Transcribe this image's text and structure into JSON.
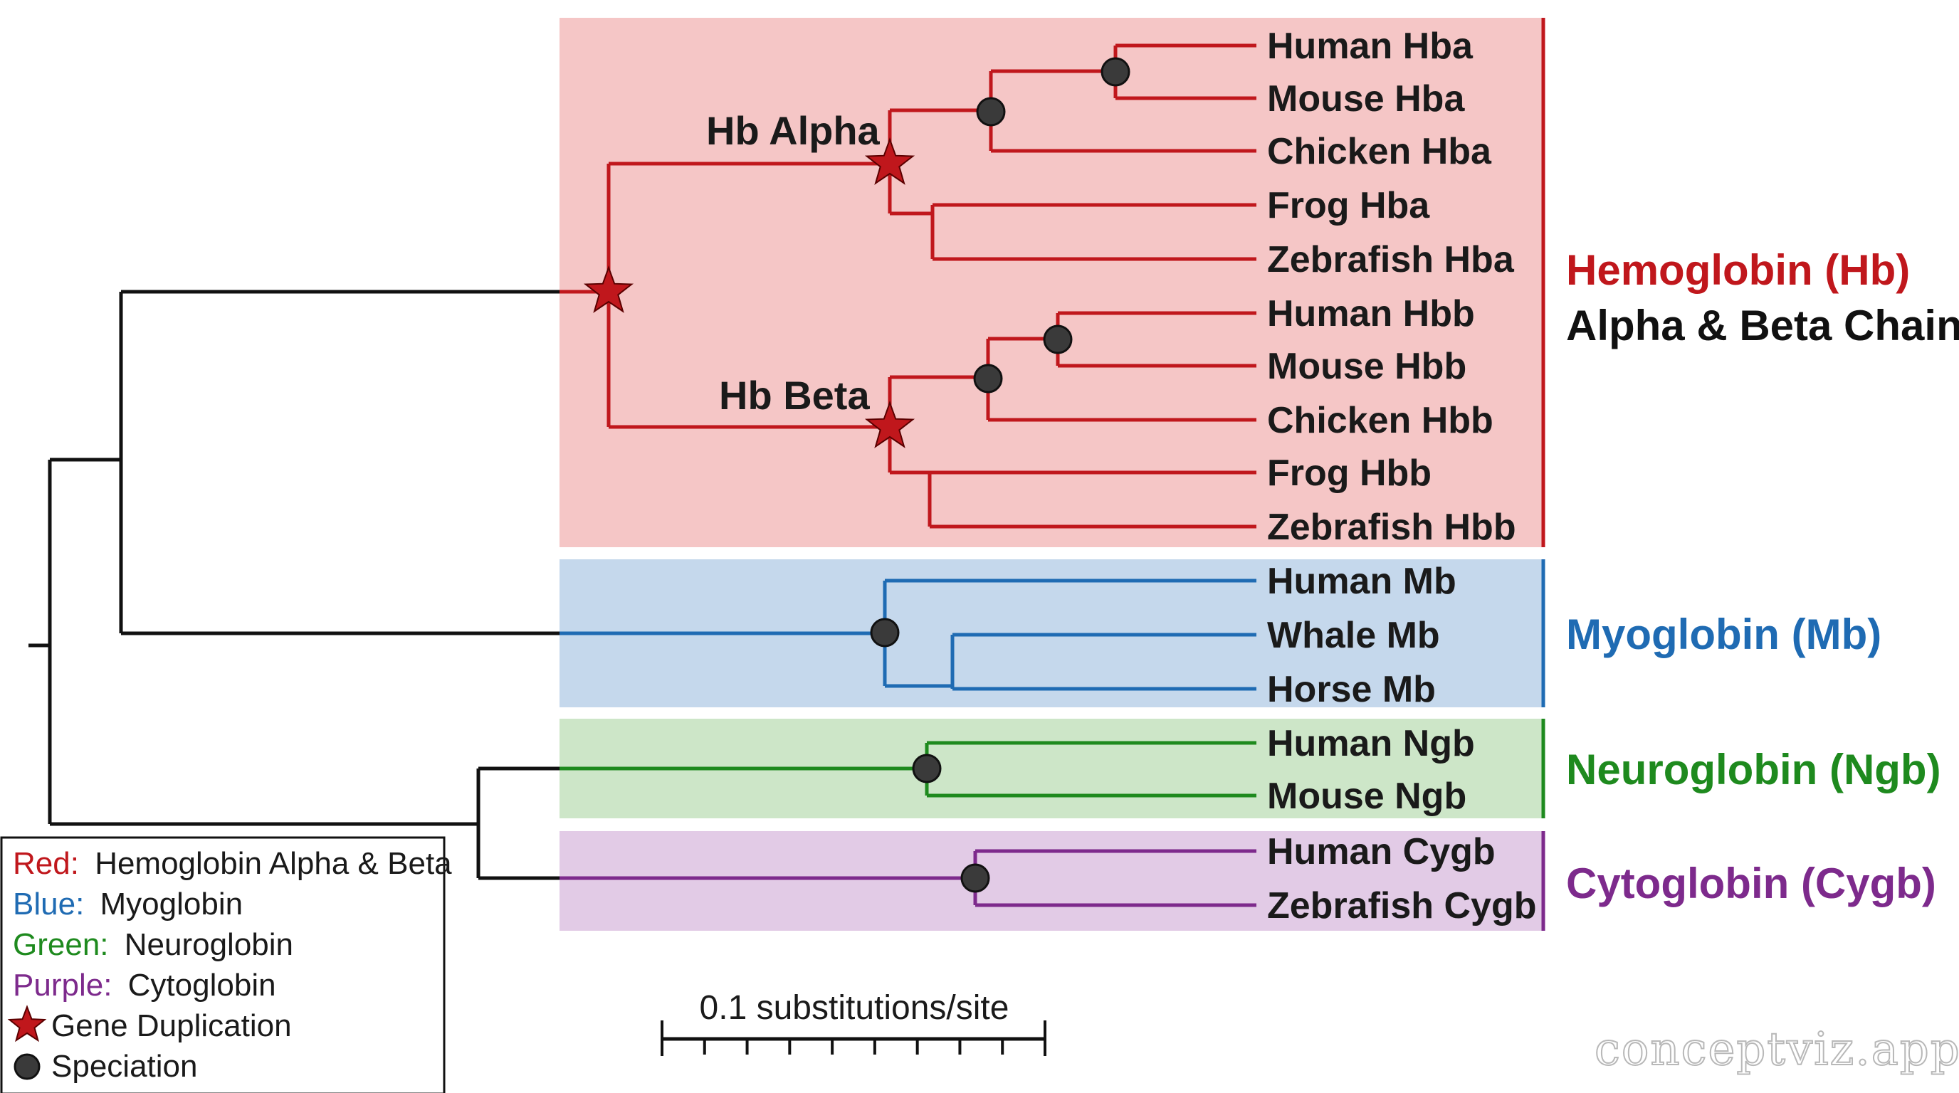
{
  "groups": {
    "hb": {
      "label": "Hemoglobin (Hb)",
      "sublabel": "Alpha & Beta Chains",
      "color": "#c0171c",
      "fill": "#f5c6c6",
      "alpha_label": "Hb Alpha",
      "beta_label": "Hb Beta",
      "leaves": [
        "Human Hba",
        "Mouse Hba",
        "Chicken Hba",
        "Frog Hba",
        "Zebrafish Hba",
        "Human Hbb",
        "Mouse Hbb",
        "Chicken Hbb",
        "Frog Hbb",
        "Zebrafish Hbb"
      ]
    },
    "mb": {
      "label": "Myoglobin (Mb)",
      "color": "#1f6bb3",
      "fill": "#c5d8ec",
      "leaves": [
        "Human Mb",
        "Whale Mb",
        "Horse Mb"
      ]
    },
    "ngb": {
      "label": "Neuroglobin (Ngb)",
      "color": "#1e8a1e",
      "fill": "#cde6c8",
      "leaves": [
        "Human Ngb",
        "Mouse Ngb"
      ]
    },
    "cygb": {
      "label": "Cytoglobin (Cygb)",
      "color": "#7d2a8c",
      "fill": "#e2cbe6",
      "leaves": [
        "Human Cygb",
        "Zebrafish Cygb"
      ]
    }
  },
  "backbone_color": "#111111",
  "node_color": "#3a3a3a",
  "legend": {
    "items": [
      {
        "key": "Red:",
        "text": "Hemoglobin Alpha & Beta",
        "color": "#c0171c"
      },
      {
        "key": "Blue:",
        "text": "Myoglobin",
        "color": "#1f6bb3"
      },
      {
        "key": "Green:",
        "text": "Neuroglobin",
        "color": "#1e8a1e"
      },
      {
        "key": "Purple:",
        "text": "Cytoglobin",
        "color": "#7d2a8c"
      }
    ],
    "duplication": "Gene Duplication",
    "speciation": "Speciation"
  },
  "scale_bar": {
    "label": "0.1 substitutions/site"
  },
  "watermark": "conceptviz.app"
}
